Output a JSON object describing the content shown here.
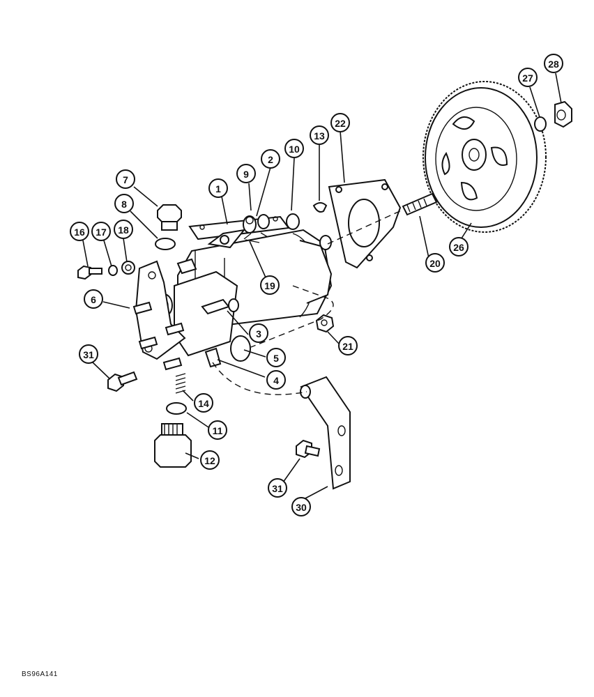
{
  "reference_code": "BS96A141",
  "callouts": [
    {
      "id": "c1",
      "label": "1"
    },
    {
      "id": "c2",
      "label": "2"
    },
    {
      "id": "c3",
      "label": "3"
    },
    {
      "id": "c4",
      "label": "4"
    },
    {
      "id": "c5",
      "label": "5"
    },
    {
      "id": "c6",
      "label": "6"
    },
    {
      "id": "c7",
      "label": "7"
    },
    {
      "id": "c8",
      "label": "8"
    },
    {
      "id": "c9",
      "label": "9"
    },
    {
      "id": "c10",
      "label": "10"
    },
    {
      "id": "c11",
      "label": "11"
    },
    {
      "id": "c12",
      "label": "12"
    },
    {
      "id": "c13",
      "label": "13"
    },
    {
      "id": "c14",
      "label": "14"
    },
    {
      "id": "c16",
      "label": "16"
    },
    {
      "id": "c17",
      "label": "17"
    },
    {
      "id": "c18",
      "label": "18"
    },
    {
      "id": "c19",
      "label": "19"
    },
    {
      "id": "c20",
      "label": "20"
    },
    {
      "id": "c21",
      "label": "21"
    },
    {
      "id": "c22",
      "label": "22"
    },
    {
      "id": "c26",
      "label": "26"
    },
    {
      "id": "c27",
      "label": "27"
    },
    {
      "id": "c28",
      "label": "28"
    },
    {
      "id": "c30",
      "label": "30"
    },
    {
      "id": "c31a",
      "label": "31"
    },
    {
      "id": "c31b",
      "label": "31"
    }
  ]
}
